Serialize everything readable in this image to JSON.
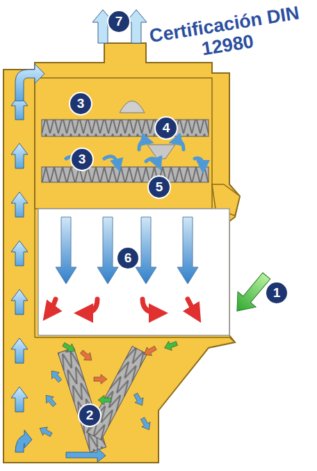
{
  "diagram": {
    "labels": [
      "7",
      "Certificación DIN 12980",
      "3",
      "4",
      "3",
      "5",
      "6",
      "1",
      "2"
    ]
  }
}
